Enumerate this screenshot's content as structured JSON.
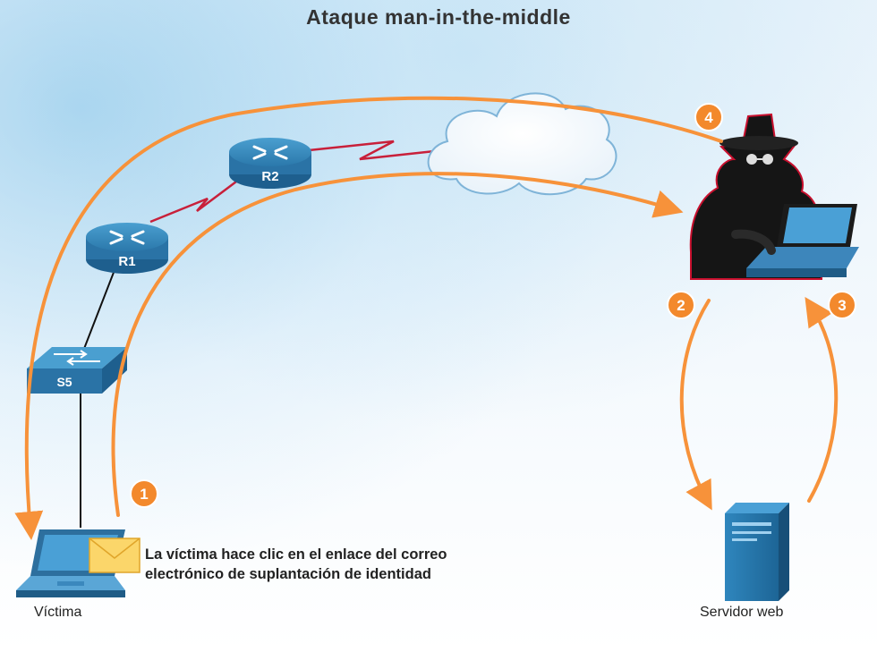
{
  "title": "Ataque man-in-the-middle",
  "devices": {
    "router1": "R1",
    "router2": "R2",
    "switch": "S5"
  },
  "steps": [
    "1",
    "2",
    "3",
    "4"
  ],
  "caption": "La víctima hace clic en el enlace del correo electrónico de suplantación de identidad",
  "labels": {
    "victim": "Víctima",
    "server": "Servidor web"
  },
  "colors": {
    "arrow": "#f7923a",
    "badge": "#f3892c",
    "device": "#2d7bb0",
    "serial_link": "#c8203a",
    "attacker_outline": "#c8102e"
  }
}
